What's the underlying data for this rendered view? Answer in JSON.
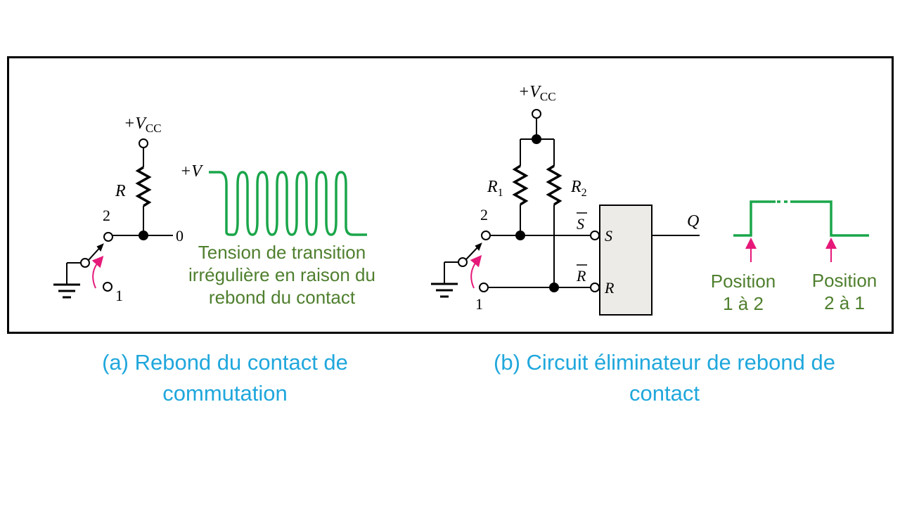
{
  "colors": {
    "note": "#4f7f2e",
    "caption": "#1fa7dc",
    "waveform": "#1aa64a",
    "arrow": "#e6197a",
    "wire": "#000000",
    "flipflop_fill": "#ecebe8"
  },
  "circuit_a": {
    "supply_label": "+V",
    "supply_sub": "CC",
    "resistor_label": "R",
    "terminal_2": "2",
    "terminal_1": "1",
    "output_label": "0",
    "wave_label": "+V"
  },
  "circuit_b": {
    "supply_label": "+V",
    "supply_sub": "CC",
    "r1_label": "R",
    "r1_sub": "1",
    "r2_label": "R",
    "r2_sub": "2",
    "terminal_2": "2",
    "terminal_1": "1",
    "s_bar": "S",
    "r_bar": "R",
    "s_input": "S",
    "r_input": "R",
    "q_output": "Q"
  },
  "notes": {
    "bounce_line1": "Tension de transition",
    "bounce_line2": "irrégulière en raison du",
    "bounce_line3": "rebond du contact",
    "pos1_line1": "Position",
    "pos1_line2": "1 à 2",
    "pos2_line1": "Position",
    "pos2_line2": "2 à 1"
  },
  "captions": {
    "a_line1": "(a) Rebond du contact de",
    "a_line2": "commutation",
    "b_line1": "(b) Circuit éliminateur de rebond de",
    "b_line2": "contact"
  }
}
